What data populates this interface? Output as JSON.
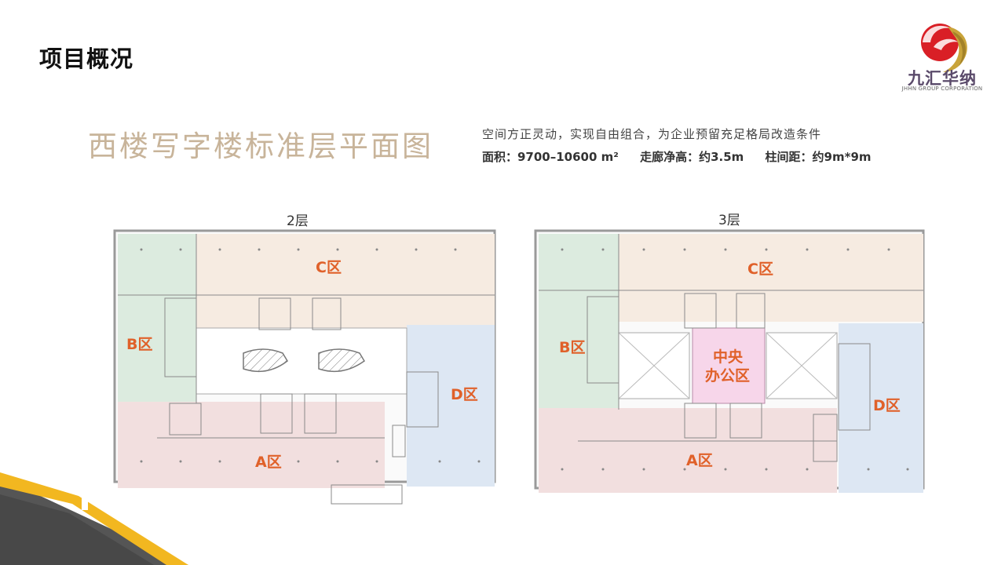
{
  "page": {
    "title": "项目概况"
  },
  "logo": {
    "name": "九汇华纳",
    "subtitle": "JHHN GROUP CORPORATION"
  },
  "plan": {
    "title": "西楼写字楼标准层平面图",
    "description": "空间方正灵动，实现自由组合，为企业预留充足格局改造条件",
    "specs": {
      "area": "面积：9700–10600 m²",
      "corridor_height": "走廊净高：约3.5m",
      "column_spacing": "柱间距：约9m*9m"
    }
  },
  "floors": [
    {
      "label": "2层",
      "zones": {
        "a": "A区",
        "b": "B区",
        "c": "C区",
        "d": "D区"
      }
    },
    {
      "label": "3层",
      "zones": {
        "a": "A区",
        "b": "B区",
        "c": "C区",
        "d": "D区",
        "center_line1": "中央",
        "center_line2": "办公区"
      }
    }
  ],
  "colors": {
    "zone_a": "#f2dfdf",
    "zone_b": "#dcebdf",
    "zone_c": "#f6ebe1",
    "zone_d": "#dde7f3",
    "zone_center": "#f7d6ea",
    "zone_label": "#e0612a",
    "title_tan": "#c8b49a"
  }
}
